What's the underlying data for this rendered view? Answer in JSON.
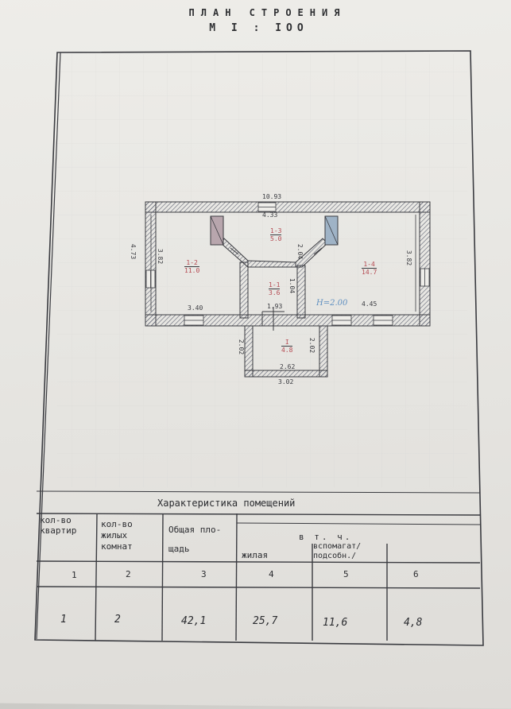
{
  "header": {
    "title": "ПЛАН СТРОЕНИЯ",
    "scale": "M I : IOO"
  },
  "plan": {
    "dimensions": {
      "outer_top": "10.93",
      "inner_top": "4.33",
      "left_outer": "4.73",
      "left_inner": "3.82",
      "right_inner": "3.82",
      "bottom_left": "3.40",
      "bottom_mid": "1.93",
      "bottom_right": "4.45",
      "height_note": "H=2.00",
      "hall_wall": "2.04",
      "corridor_height": "1.04",
      "porch_left": "2.02",
      "porch_right": "2.02",
      "porch_inner_bottom": "2.62",
      "porch_outer_bottom": "3.02"
    },
    "rooms": [
      {
        "id": "1-2",
        "area": "11.0"
      },
      {
        "id": "1-3",
        "area": "5.0"
      },
      {
        "id": "1-1",
        "area": "3.6"
      },
      {
        "id": "1-4",
        "area": "14.7"
      },
      {
        "id": "I",
        "area": "4.8"
      }
    ]
  },
  "table": {
    "title": "Характеристика помещений",
    "headers": {
      "col1": [
        "кол-во",
        "квартир"
      ],
      "col2": [
        "кол-во",
        "жилых",
        "комнат"
      ],
      "col3": [
        "Общая пло-",
        "щадь"
      ],
      "group": "в т. ч.",
      "col4": "жилая",
      "col5": [
        "вспомагат/",
        "подсобн./"
      ],
      "col6": ""
    },
    "numbers": [
      "1",
      "2",
      "3",
      "4",
      "5",
      "6"
    ],
    "values": [
      "1",
      "2",
      "42,1",
      "25,7",
      "11,6",
      "4,8"
    ]
  },
  "colors": {
    "line": "#3a3b40",
    "shade": "#6a6f7a",
    "red_pencil": "#c0505a",
    "blue_pencil": "#5f8fc0"
  }
}
